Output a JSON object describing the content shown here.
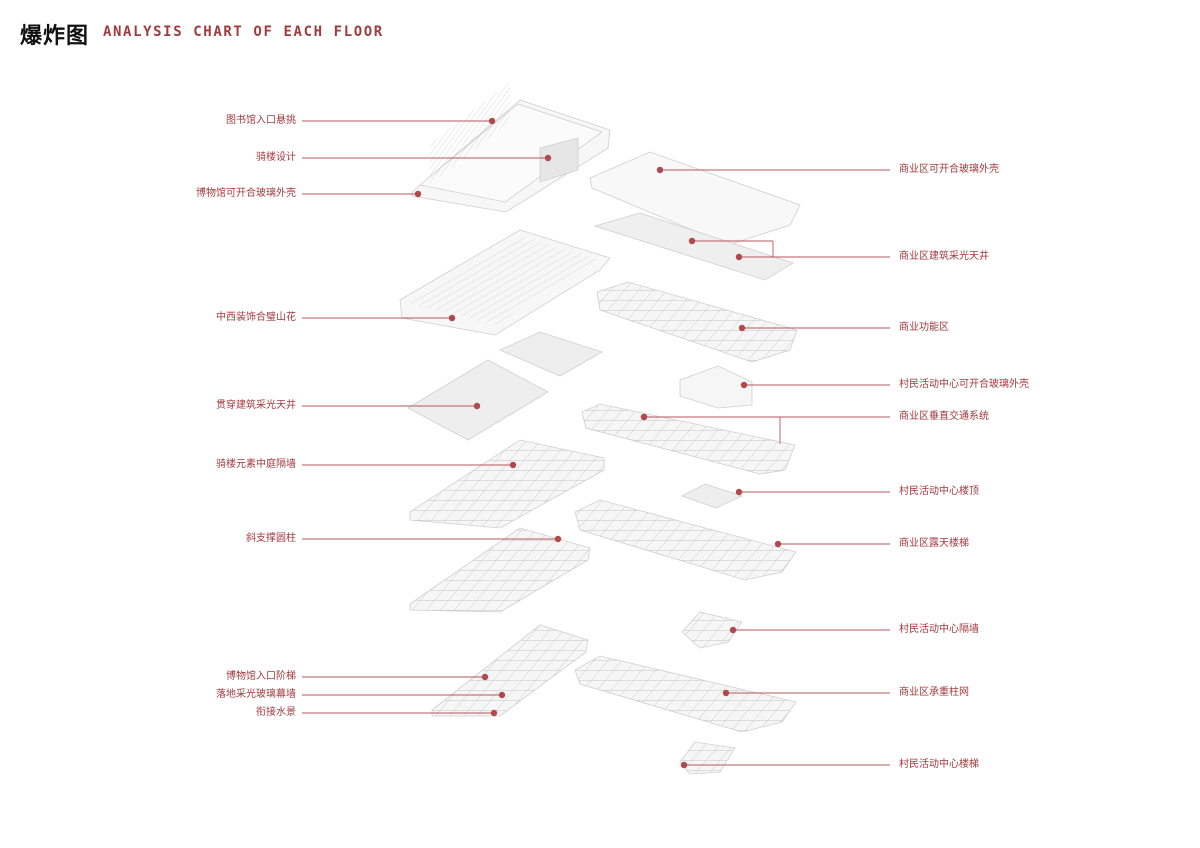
{
  "header": {
    "title_cn": "爆炸图",
    "title_en": "ANALYSIS CHART OF EACH FLOOR"
  },
  "colors": {
    "accent": "#a23a3e",
    "leader": "#b5585c",
    "dot": "#b0484c",
    "model_face": "#f1f1f1",
    "model_edge": "#cfcfcf"
  },
  "labels_left": [
    "图书馆入口悬挑",
    "骑楼设计",
    "博物馆可开合玻璃外壳",
    "中西装饰合璧山花",
    "贯穿建筑采光天井",
    "骑楼元素中庭隔墙",
    "斜支撑圆柱",
    "博物馆入口阶梯",
    "落地采光玻璃幕墙",
    "衔接水景"
  ],
  "labels_right": [
    "商业区可开合玻璃外壳",
    "商业区建筑采光天井",
    "商业功能区",
    "村民活动中心可开合玻璃外壳",
    "商业区垂直交通系统",
    "村民活动中心楼顶",
    "商业区露天楼梯",
    "村民活动中心隔墙",
    "商业区承重柱网",
    "村民活动中心楼梯"
  ]
}
